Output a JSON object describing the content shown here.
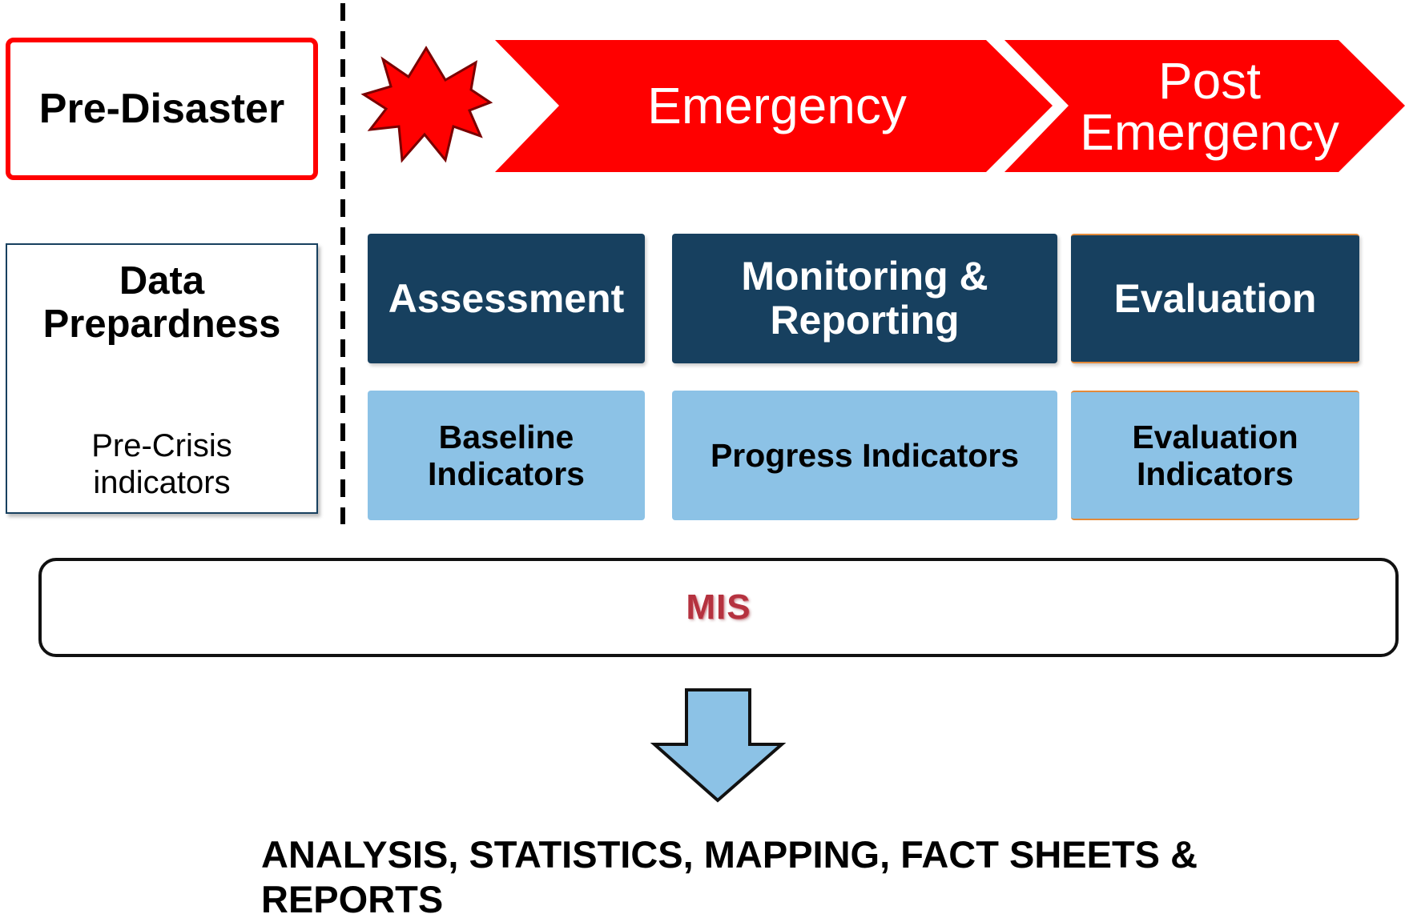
{
  "phases": {
    "pre_disaster": "Pre-Disaster",
    "emergency": "Emergency",
    "post_emergency_line1": "Post",
    "post_emergency_line2": "Emergency"
  },
  "data_preparedness": {
    "title_line1": "Data",
    "title_line2": "Prepardness",
    "sub_line1": "Pre-Crisis",
    "sub_line2": "indicators"
  },
  "activities": {
    "assessment": "Assessment",
    "monitoring_line1": "Monitoring &",
    "monitoring_line2": "Reporting",
    "evaluation": "Evaluation"
  },
  "indicators": {
    "baseline_line1": "Baseline",
    "baseline_line2": "Indicators",
    "progress": "Progress Indicators",
    "evaluation_line1": "Evaluation",
    "evaluation_line2": "Indicators"
  },
  "mis": {
    "label": "MIS"
  },
  "output": {
    "line1": "ANALYSIS, STATISTICS, MAPPING, FACT SHEETS &",
    "line2": "REPORTS"
  },
  "colors": {
    "phase_red": "#ff0000",
    "dark_blue": "#17405f",
    "light_blue": "#8cc2e6",
    "mis_text": "#b5323f"
  },
  "icons": {
    "disaster": "explosion-burst-icon",
    "flow": "down-arrow-icon"
  }
}
